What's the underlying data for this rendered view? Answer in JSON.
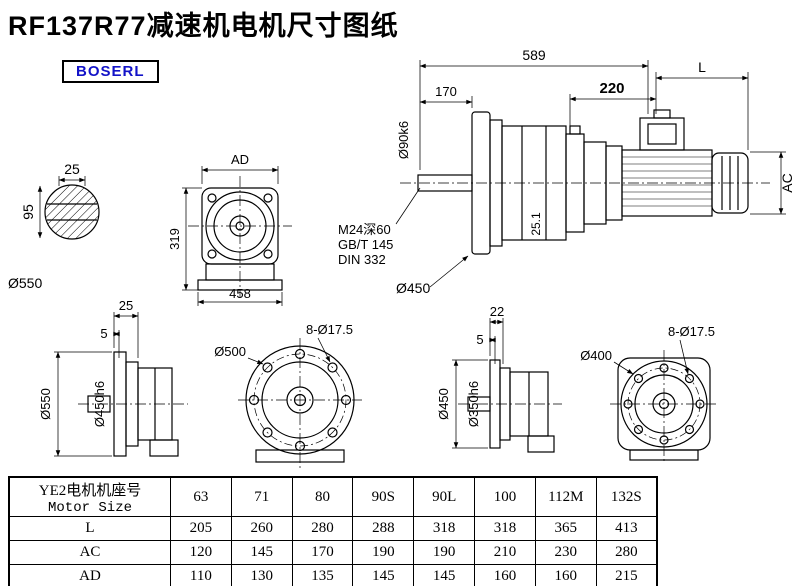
{
  "title": "RF137R77减速机电机尺寸图纸",
  "logo": "BOSERL",
  "dims": {
    "d25_key": "25",
    "d95": "95",
    "d550_shaft": "Ø550",
    "dAD": "AD",
    "d319": "319",
    "d458": "458",
    "d589": "589",
    "d170": "170",
    "d90k6": "Ø90k6",
    "m24": "M24深60",
    "gbt145": "GB/T 145",
    "din332": "DIN 332",
    "d450_flange": "Ø450",
    "d25_1": "25.1",
    "d220": "220",
    "dL": "L",
    "dAC": "AC",
    "d25_b": "25",
    "d5_b": "5",
    "d550_b": "Ø550",
    "d450h6": "Ø450h6",
    "d500": "Ø500",
    "holes8_a": "8-Ø17.5",
    "d22": "22",
    "d5_c": "5",
    "d450_c": "Ø450",
    "d350h6": "Ø350h6",
    "d400": "Ø400",
    "holes8_b": "8-Ø17.5"
  },
  "table": {
    "header_cn": "YE2电机机座号",
    "header_en": "Motor Size",
    "sizes": [
      "63",
      "71",
      "80",
      "90S",
      "90L",
      "100",
      "112M",
      "132S"
    ],
    "rows": [
      {
        "label": "L",
        "values": [
          "205",
          "260",
          "280",
          "288",
          "318",
          "318",
          "365",
          "413"
        ]
      },
      {
        "label": "AC",
        "values": [
          "120",
          "145",
          "170",
          "190",
          "190",
          "210",
          "230",
          "280"
        ]
      },
      {
        "label": "AD",
        "values": [
          "110",
          "130",
          "135",
          "145",
          "145",
          "160",
          "160",
          "215"
        ]
      }
    ]
  }
}
